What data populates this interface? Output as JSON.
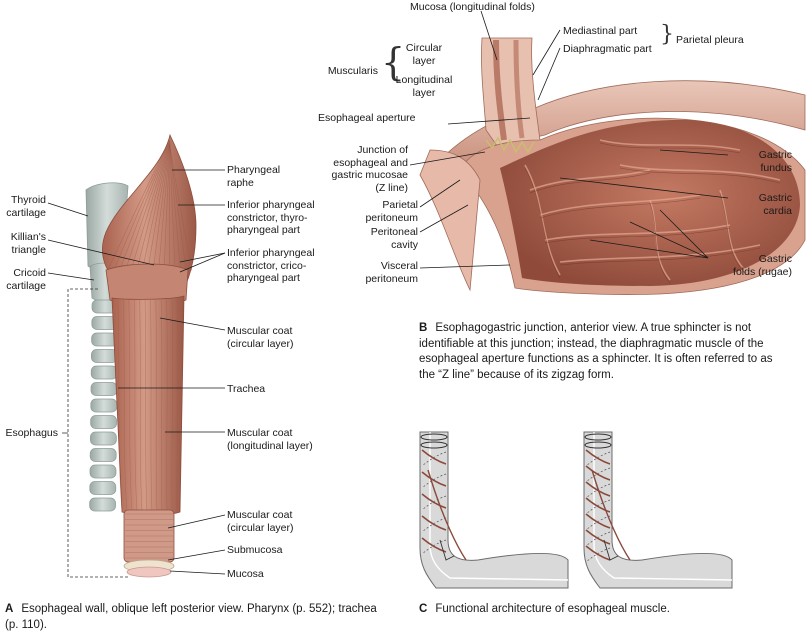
{
  "panel_a": {
    "caption_letter": "A",
    "caption_text": "Esophageal wall, oblique left posterior view. Pharynx (p. 552); trachea (p. 110).",
    "labels": {
      "pharyngeal_raphe": "Pharyngeal\nraphe",
      "thyroid_cartilage": "Thyroid\ncartilage",
      "killians_triangle": "Killian's\ntriangle",
      "cricoid_cartilage": "Cricoid\ncartilage",
      "inf_constrictor_thyro": "Inferior pharyngeal\nconstrictor, thyro-\npharyngeal part",
      "inf_constrictor_crico": "Inferior pharyngeal\nconstrictor, crico-\npharyngeal part",
      "muscular_coat_circular_upper": "Muscular coat\n(circular layer)",
      "trachea": "Trachea",
      "esophagus": "Esophagus",
      "muscular_coat_longitudinal": "Muscular coat\n(longitudinal layer)",
      "muscular_coat_circular_lower": "Muscular coat\n(circular layer)",
      "submucosa": "Submucosa",
      "mucosa": "Mucosa"
    }
  },
  "panel_b": {
    "caption_letter": "B",
    "caption_text": "Esophagogastric junction, anterior view. A true sphincter is not identifiable at this junction; instead, the diaphragmatic muscle of the esophageal aperture functions as a sphincter. It is often referred to as the “Z line” because of its zigzag form.",
    "labels": {
      "mucosa_longitudinal_folds": "Mucosa (longitudinal folds)",
      "mediastinal_part": "Mediastinal part",
      "diaphragmatic_part": "Diaphragmatic part",
      "parietal_pleura": "Parietal pleura",
      "muscularis": "Muscularis",
      "circular_layer": "Circular\nlayer",
      "longitudinal_layer": "Longitudinal\nlayer",
      "esophageal_aperture": "Esophageal aperture",
      "z_line": "Junction of\nesophageal and\ngastric mucosae\n(Z line)",
      "parietal_peritoneum": "Parietal\nperitoneum",
      "peritoneal_cavity": "Peritoneal\ncavity",
      "visceral_peritoneum": "Visceral\nperitoneum",
      "gastric_fundus": "Gastric\nfundus",
      "gastric_cardia": "Gastric\ncardia",
      "gastric_folds": "Gastric\nfolds (rugae)"
    }
  },
  "panel_c": {
    "caption_letter": "C",
    "caption_text": "Functional architecture of esophageal muscle."
  },
  "colors": {
    "muscle": "#c98a77",
    "muscle_dark": "#9c5b4a",
    "muscle_light": "#e2b3a2",
    "cartilage": "#b9c4c0",
    "stomach_inner": "#b8705c",
    "mucosa_pink": "#efc6c0",
    "schematic_fill": "#d9d9d9",
    "schematic_stroke": "#6c6c6c",
    "fiber": "#8a4a3c",
    "leader": "#1a1a1a"
  }
}
